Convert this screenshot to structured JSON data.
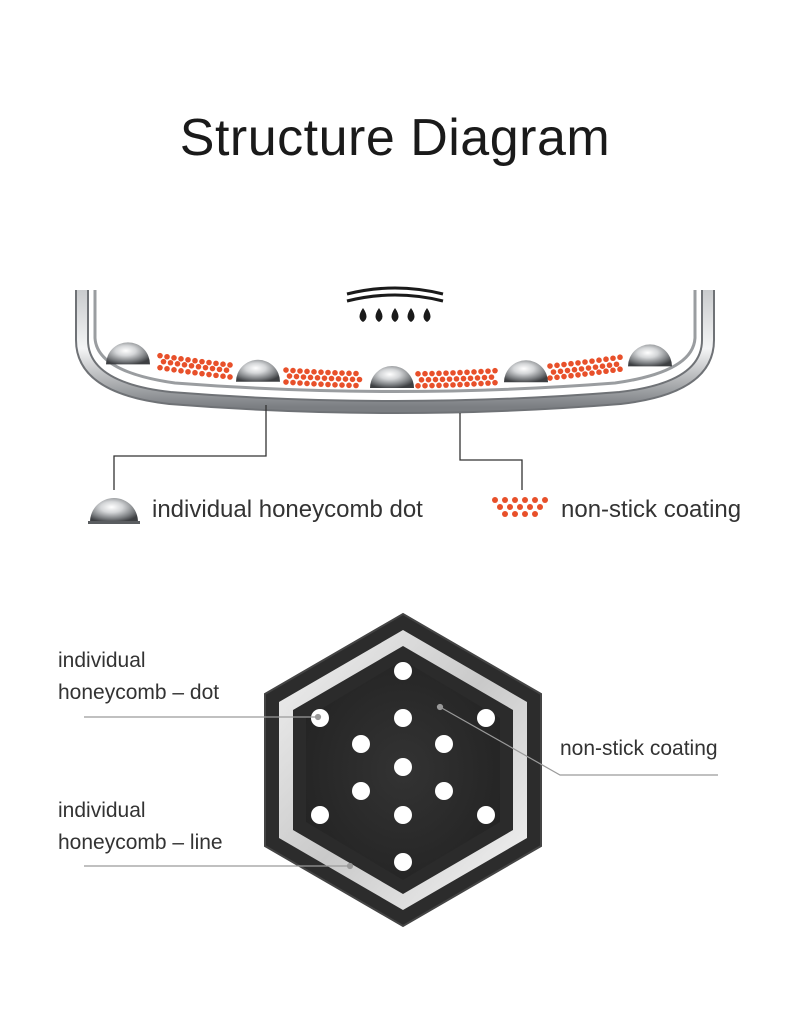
{
  "title": "Structure Diagram",
  "legend": {
    "dot_label": "individual honeycomb dot",
    "coating_label": "non-stick coating"
  },
  "hexagon_labels": {
    "dot_line1": "individual",
    "dot_line2": "honeycomb – dot",
    "line_line1": "individual",
    "line_line2": "honeycomb – line",
    "coating": "non-stick coating"
  },
  "icons": {
    "steam": "steam-drops-icon",
    "dot": "honeycomb-dot-icon",
    "coating": "coating-dots-icon"
  },
  "colors": {
    "coating": "#e8502a",
    "hexagon": "#2b2b2b",
    "steel": "#8a8d90"
  }
}
